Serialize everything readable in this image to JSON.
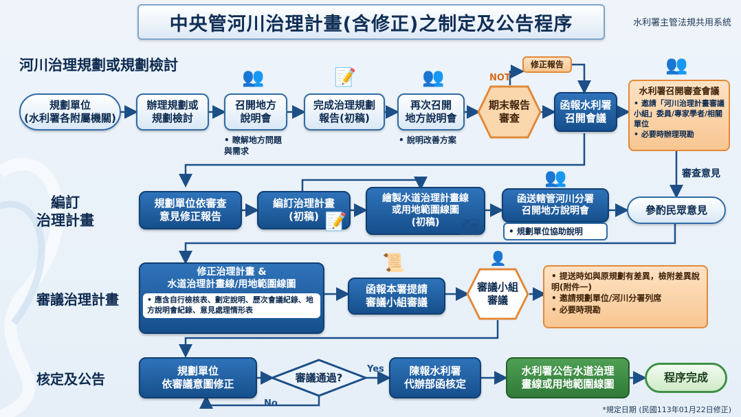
{
  "title": "中央管河川治理計畫(含修正)之制定及公告程序",
  "issuer": "水利署主管法規共用系統",
  "footnote": "*規定日期 (民國113年01月22日修正)",
  "sections": {
    "s1": "河川治理規劃或規劃檢討",
    "s2": "編訂\n治理計畫",
    "s3": "審議治理計畫",
    "s4": "核定及公告"
  },
  "row1": {
    "start": "規劃單位\n(水利署各附屬機關)",
    "b1": "辦理規劃或\n規劃檢討",
    "b2": "召開地方\n說明會",
    "b2_note": "• 瞭解地方問題\n  與需求",
    "b3": "完成治理規劃\n報告(初稿)",
    "b4": "再次召開\n地方說明會",
    "b4_note": "• 說明改善方案",
    "hex": "期末報告\n審查",
    "not": "NOT",
    "revise": "修正報告",
    "b5": "函報水利署\n召開會議",
    "review_title": "水利署召開審查會議",
    "review_items": [
      "邀請「河川治理計畫審議小組」委員/專家學者/相關單位",
      "必要時辦理現勘"
    ],
    "review_opinion": "審查意見"
  },
  "row2": {
    "b1": "規劃單位依審查\n意見修正報告",
    "b2": "編訂治理計畫\n(初稿)",
    "b3": "繪製水道治理計畫線\n或用地範圍線圖\n(初稿)",
    "b4": "函送轄管河川分署\n召開地方說明會",
    "b4_note": "• 規劃單位協助說明",
    "b5": "參酌民眾意見"
  },
  "row3": {
    "b1": "修正治理計畫 &\n水道治理計畫線/用地範圍線圖",
    "b1_note": "• 應含自行檢核表、劃定說明、歷次會議紀錄、地方說明會紀錄、意見處理情形表",
    "b2": "函報本署提請\n審議小組審議",
    "hex": "審議小組\n審議",
    "notes": [
      "提送時如與原規劃有差異，檢附差異說明(附件一)",
      "邀請規劃單位/河川分署列席",
      "必要時現勘"
    ]
  },
  "row4": {
    "b1": "規劃單位\n依審議意圖修正",
    "decision": "審議通過?",
    "yes": "Yes",
    "no": "No",
    "b2": "陳報水利署\n代辦部函核定",
    "b3": "水利署公告水道治理\n畫線或用地範圍線圖",
    "end": "程序完成"
  },
  "colors": {
    "dark_blue": "#164f8c",
    "light_blue": "#d9e8f6",
    "orange": "#f8c691",
    "green": "#2f7a37",
    "arrow": "#1d4f87"
  }
}
